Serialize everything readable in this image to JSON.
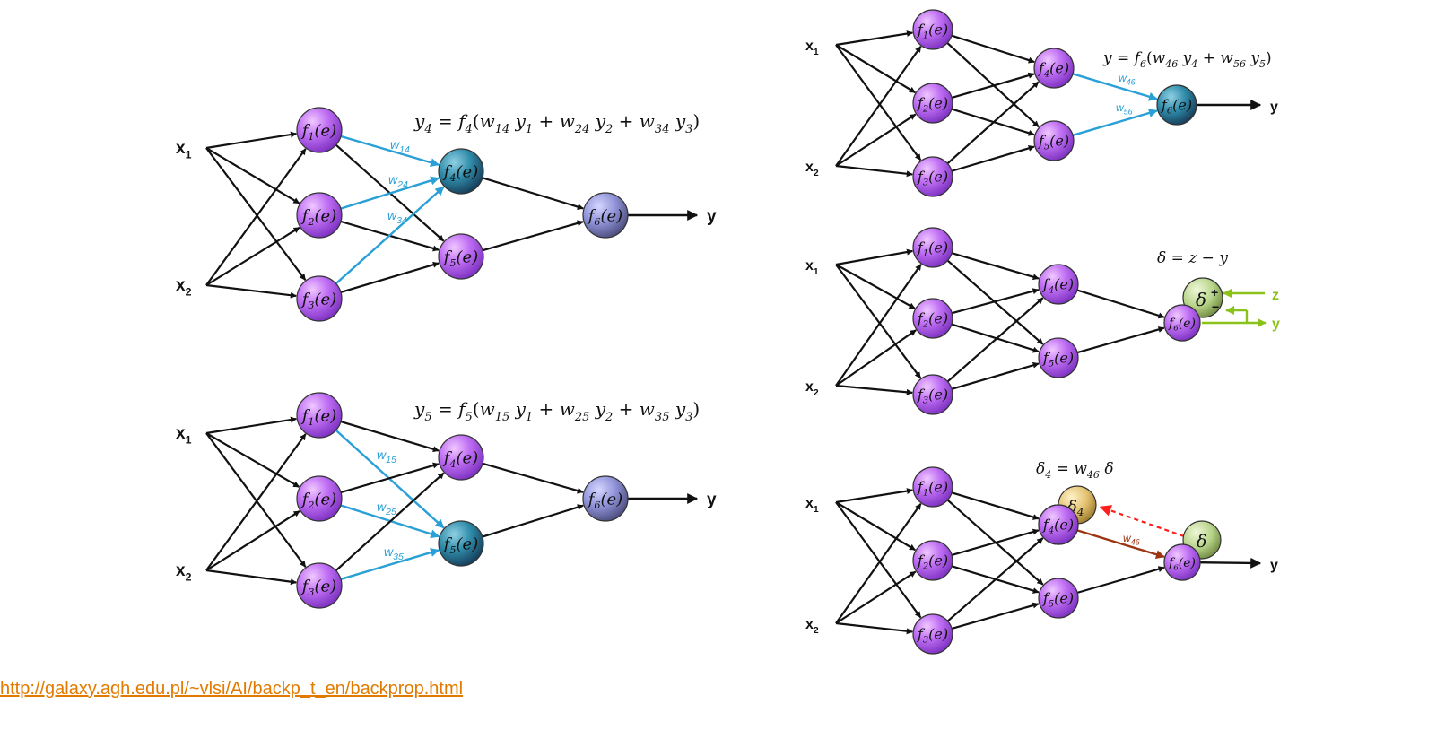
{
  "colors": {
    "node_purple": "#b25df0",
    "node_teal": "#2e8aa8",
    "node_lavender": "#8f92d6",
    "node_olive": "#b8d48a",
    "node_gold": "#e2c170",
    "edge_black": "#111111",
    "edge_blue": "#2aa0d6",
    "edge_green": "#8ac21a",
    "edge_red": "#ff1e1e",
    "edge_brown": "#9b3512",
    "link": "#e27a00"
  },
  "panels": {
    "p1": {
      "labels": {
        "x1": "x",
        "x1_sub": "1",
        "x2": "x",
        "x2_sub": "2",
        "y": "y"
      },
      "nodes": {
        "n1": "f1(e)",
        "n2": "f2(e)",
        "n3": "f3(e)",
        "n4": "f4(e)",
        "n5": "f5(e)",
        "n6": "f6(e)"
      },
      "weights": {
        "w14": "w14",
        "w24": "w24",
        "w34": "w34"
      },
      "equation": "y4 = f4(w14 y1 + w24 y2 + w34 y3)"
    },
    "p2": {
      "labels": {
        "x1": "x",
        "x1_sub": "1",
        "x2": "x",
        "x2_sub": "2",
        "y": "y"
      },
      "nodes": {
        "n1": "f1(e)",
        "n2": "f2(e)",
        "n3": "f3(e)",
        "n4": "f4(e)",
        "n5": "f5(e)",
        "n6": "f6(e)"
      },
      "weights": {
        "w15": "w15",
        "w25": "w25",
        "w35": "w35"
      },
      "equation": "y5 = f5(w15 y1 + w25 y2 + w35 y3)"
    },
    "p3": {
      "labels": {
        "x1": "x",
        "x1_sub": "1",
        "x2": "x",
        "x2_sub": "2",
        "y": "y"
      },
      "nodes": {
        "n1": "f1(e)",
        "n2": "f2(e)",
        "n3": "f3(e)",
        "n4": "f4(e)",
        "n5": "f5(e)",
        "n6": "f6(e)"
      },
      "weights": {
        "w46": "w46",
        "w56": "w56"
      },
      "equation": "y = f6(w46 y4 + w56 y5)"
    },
    "p4": {
      "labels": {
        "x1": "x",
        "x1_sub": "1",
        "x2": "x",
        "x2_sub": "2",
        "y": "y",
        "z": "z"
      },
      "nodes": {
        "n1": "f1(e)",
        "n2": "f2(e)",
        "n3": "f3(e)",
        "n4": "f4(e)",
        "n5": "f5(e)",
        "n6": "f6(e)",
        "delta": "δ",
        "plus": "+",
        "minus": "−"
      },
      "equation": "δ = z − y"
    },
    "p5": {
      "labels": {
        "x1": "x",
        "x1_sub": "1",
        "x2": "x",
        "x2_sub": "2",
        "y": "y"
      },
      "nodes": {
        "n1": "f1(e)",
        "n2": "f2(e)",
        "n3": "f3(e)",
        "n4": "f4(e)",
        "n5": "f5(e)",
        "n6": "f6(e)",
        "delta": "δ",
        "delta4": "δ4"
      },
      "weights": {
        "w46": "w46"
      },
      "equation": "δ4 = w46 δ"
    }
  },
  "source_link": "http://galaxy.agh.edu.pl/~vlsi/AI/backp_t_en/backprop.html"
}
